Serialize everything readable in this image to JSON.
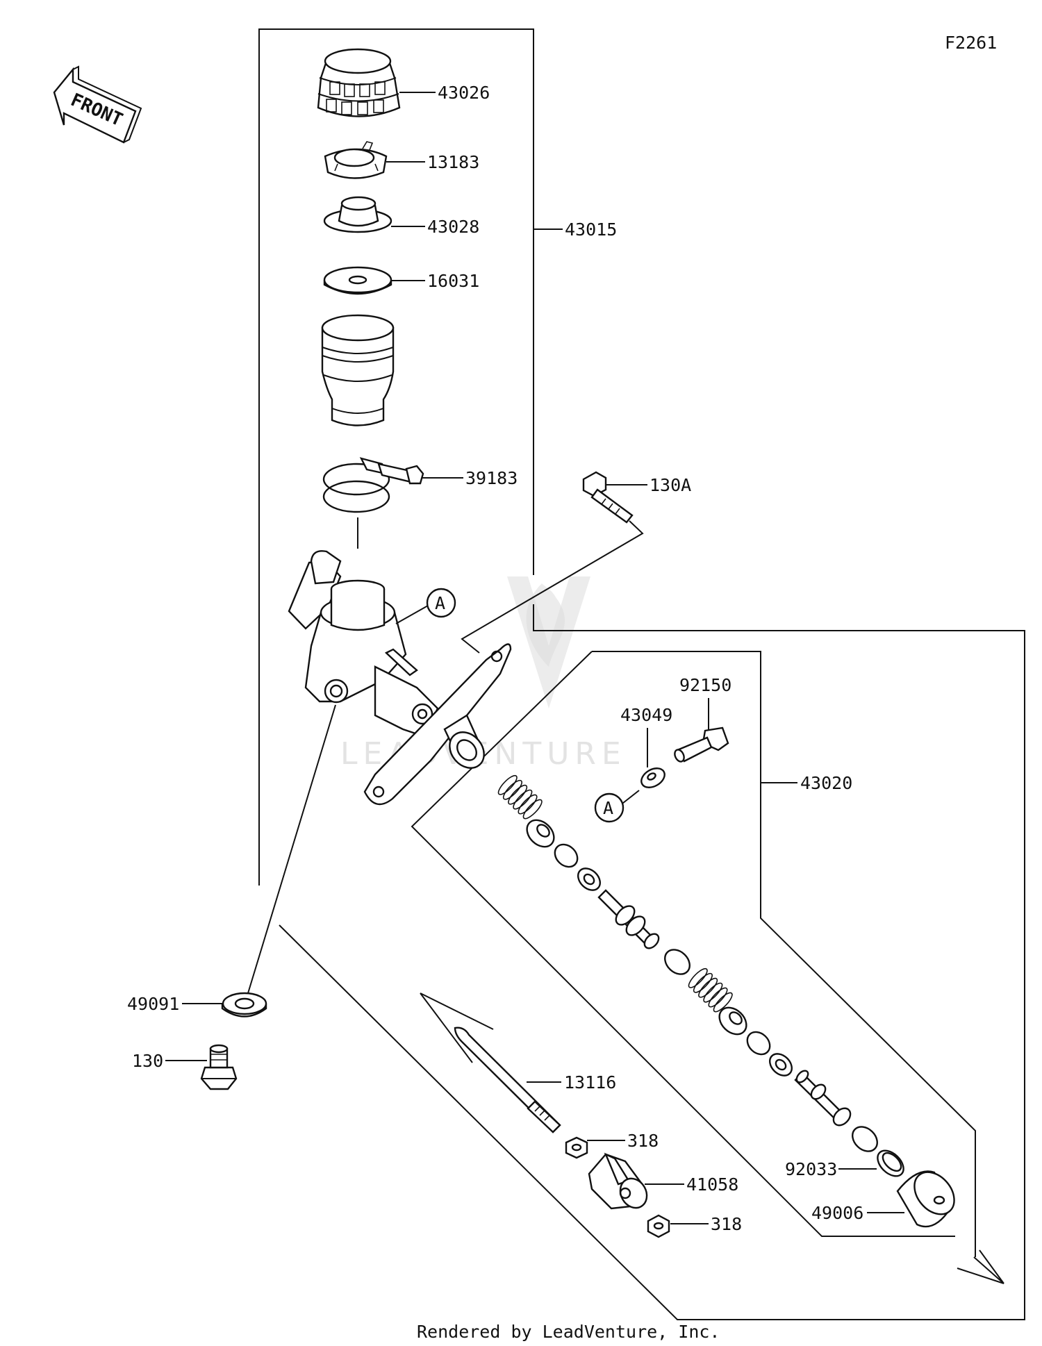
{
  "figure_code": "F2261",
  "front_label": "FRONT",
  "footer": "Rendered by LeadVenture, Inc.",
  "watermark": "LEADVENTURE",
  "ref_marker": "A",
  "callouts": {
    "c43026": "43026",
    "c13183": "13183",
    "c43028": "43028",
    "c16031": "16031",
    "c43015": "43015",
    "c39183": "39183",
    "c130A": "130A",
    "c92150": "92150",
    "c43049": "43049",
    "c43020": "43020",
    "c49091": "49091",
    "c130": "130",
    "c13116": "13116",
    "c318a": "318",
    "c41058": "41058",
    "c318b": "318",
    "c92033": "92033",
    "c49006": "49006"
  }
}
